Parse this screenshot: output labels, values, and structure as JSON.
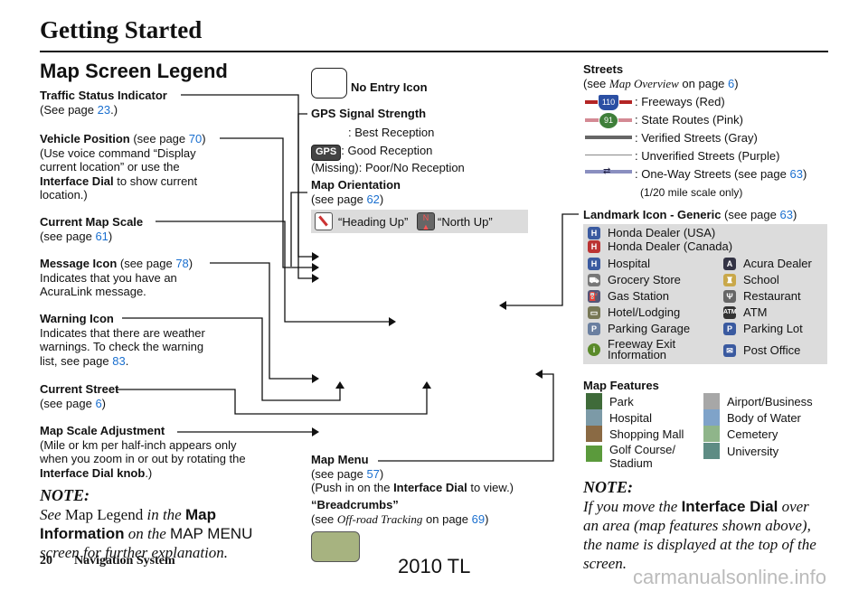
{
  "header": {
    "title": "Getting Started"
  },
  "main_title": "Map Screen Legend",
  "left": {
    "traffic": {
      "title": "Traffic Status Indicator",
      "pre": "(See page ",
      "page": "23",
      "post": ".)"
    },
    "vehicle": {
      "title": "Vehicle Position",
      "mid": " (see page ",
      "page": "70",
      "post": ")",
      "l2": "(Use voice command “Display",
      "l3": "current location” or use the",
      "l4b": "Interface Dial",
      "l4": " to show current",
      "l5": "location.)"
    },
    "scale": {
      "title": "Current Map Scale",
      "pre": "(see page ",
      "page": "61",
      "post": ")"
    },
    "message": {
      "title": "Message Icon",
      "mid": " (see page ",
      "page": "78",
      "post": ")",
      "l2": "Indicates that you have an",
      "l3": "AcuraLink message."
    },
    "warning": {
      "title": "Warning Icon",
      "l2": "Indicates that there are weather",
      "l3": "warnings. To check the warning",
      "l4": "list, see page ",
      "page": "83",
      "post": "."
    },
    "street": {
      "title": "Current Street",
      "pre": "(see page ",
      "page": "6",
      "post": ")"
    },
    "adjust": {
      "title": "Map Scale Adjustment",
      "l2": "(Mile or km per half-inch appears only",
      "l3": "when you zoom in or out by rotating the",
      "l4b": "Interface Dial knob",
      "l4": ".)"
    },
    "note": {
      "head": "NOTE:",
      "see": "See ",
      "legend": "Map Legend ",
      "inthe": "in the ",
      "map": "Map",
      "information": "Information",
      "onthe": " on the ",
      "menu": "MAP MENU",
      "rest": "screen for further explanation."
    }
  },
  "center": {
    "noentry": "No Entry Icon",
    "gps": {
      "title": "GPS Signal Strength",
      "best": ": Best Reception",
      "badge": "GPS",
      "good": ": Good Reception",
      "missing": "(Missing): Poor/No Reception"
    },
    "orient": {
      "title": "Map Orientation",
      "pre": "(see page ",
      "page": "62",
      "post": ")",
      "heading": "“Heading Up”",
      "north": "“North Up”"
    },
    "menu": {
      "title": "Map Menu",
      "pre": "(see page ",
      "page": "57",
      "post": ")",
      "l3a": "(Push in on the ",
      "l3b": "Interface Dial",
      "l3c": " to view.)"
    },
    "bread": {
      "title": "“Breadcrumbs”",
      "pre": "(see ",
      "ref": "Off-road Tracking",
      "mid": " on page ",
      "page": "69",
      "post": ")"
    }
  },
  "right": {
    "streets": {
      "title": "Streets",
      "pre": "(see ",
      "ref": "Map Overview",
      "mid": " on page ",
      "page": "6",
      "post": ")",
      "items": [
        ": Freeways (Red)",
        ": State Routes (Pink)",
        ": Verified Streets (Gray)",
        ": Unverified Streets (Purple)",
        ": One-Way Streets (see page "
      ],
      "oneway_page": "63",
      "oneway_post": ")",
      "scale_note": "(1/20 mile scale only)",
      "shield1": "110",
      "shield2": "91"
    },
    "landmark": {
      "title": "Landmark Icon - Generic",
      "pre": " (see page ",
      "page": "63",
      "post": ")",
      "full": [
        "Honda Dealer (USA)",
        "Honda Dealer (Canada)"
      ],
      "left": [
        "Hospital",
        "Grocery Store",
        "Gas Station",
        "Hotel/Lodging",
        "Parking Garage"
      ],
      "right": [
        "Acura Dealer",
        "School",
        "Restaurant",
        "ATM",
        "Parking Lot"
      ],
      "exit1": "Freeway Exit",
      "exit2": "Information",
      "post_office": "Post Office"
    },
    "features": {
      "title": "Map Features",
      "left": [
        "Park",
        "Hospital",
        "Shopping Mall",
        "Golf Course/"
      ],
      "left_extra": "Stadium",
      "right": [
        "Airport/Business",
        "Body of Water",
        "Cemetery",
        "University"
      ],
      "colors": {
        "park": "#3f6b3a",
        "hospital": "#7c9aa7",
        "mall": "#8a6a44",
        "golf": "#5b9a3c",
        "airport": "#a7a7a7",
        "water": "#7fa3c9",
        "cemetery": "#8fb58a",
        "university": "#5e8c84"
      }
    },
    "note": {
      "head": "NOTE:",
      "a": "If you move the ",
      "b": "Interface Dial",
      "c": " over",
      "l2": "an area (map features shown above),",
      "l3": "the name is displayed at the top of the",
      "l4": "screen."
    }
  },
  "footer": {
    "page": "20",
    "section": "Navigation System",
    "watermark": "2010 TL",
    "site": "carmanualsonline.info"
  }
}
